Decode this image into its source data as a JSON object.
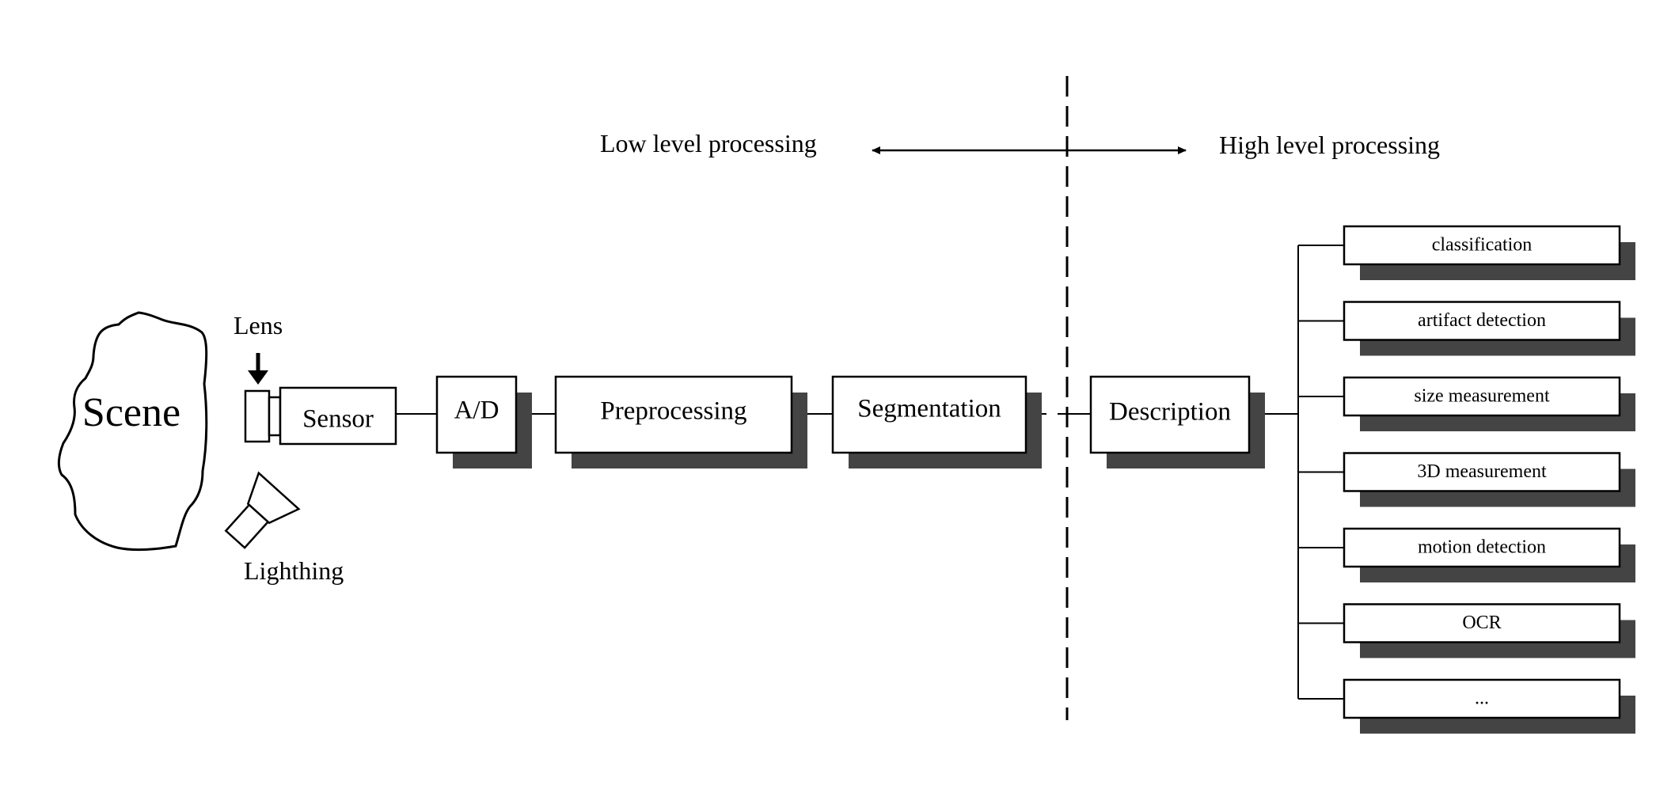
{
  "scene": {
    "label": "Scene"
  },
  "camera": {
    "lens_label": "Lens",
    "sensor_label": "Sensor",
    "lighting_label": "Lighthing"
  },
  "pipeline": {
    "ad_label": "A/D",
    "preprocessing_label": "Preprocessing",
    "segmentation_label": "Segmentation",
    "description_label": "Description"
  },
  "levels": {
    "low_label": "Low  level  processing",
    "high_label": "High  level  processing"
  },
  "outputs": [
    {
      "label": "classification"
    },
    {
      "label": "artifact  detection"
    },
    {
      "label": "size  measurement"
    },
    {
      "label": "3D  measurement"
    },
    {
      "label": "motion  detection"
    },
    {
      "label": "OCR"
    },
    {
      "label": "..."
    }
  ]
}
